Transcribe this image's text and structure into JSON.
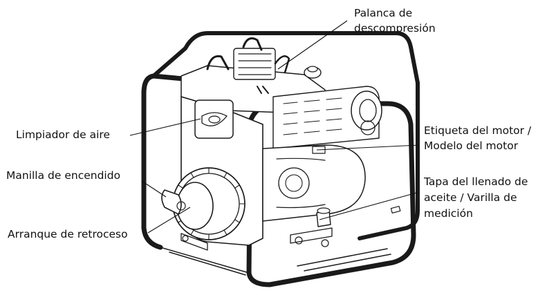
{
  "diagram": {
    "callouts": {
      "decompression": [
        "Palanca de",
        "descompresión"
      ],
      "air_cleaner": "Limpiador de aire",
      "motor_label": [
        "Etiqueta del motor /",
        "Modelo del motor"
      ],
      "start_handle": "Manilla de encendido",
      "oil_cap": [
        "Tapa del llenado de",
        "aceite / Varilla de",
        "medición"
      ],
      "recoil": "Arranque de retroceso"
    }
  }
}
